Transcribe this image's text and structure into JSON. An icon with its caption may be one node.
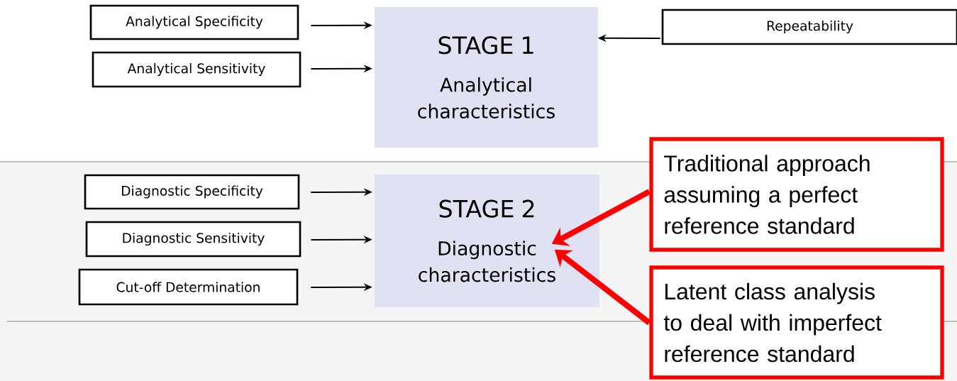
{
  "diagram": {
    "nodes": [
      {
        "text": [
          "Analytical Specificity"
        ]
      },
      {
        "text": [
          "Analytical Sensitivity"
        ]
      },
      {
        "text": [
          "STAGE 1",
          "Analytical characteristics"
        ]
      },
      {
        "text": [
          "Repeatability"
        ]
      },
      {
        "text": [
          "Diagnostic Specificity"
        ]
      },
      {
        "text": [
          "Diagnostic Sensitivity"
        ]
      },
      {
        "text": [
          "Cut-off Determination"
        ]
      },
      {
        "text": [
          "STAGE 2",
          "Diagnostic characteristics"
        ]
      },
      {
        "text": [
          "Traditional approach assuming  a perfect reference standard"
        ]
      },
      {
        "text": [
          "Latent class analysis to deal with imperfect reference standard"
        ]
      }
    ],
    "edges": [
      {
        "from": 0,
        "to": 2,
        "arrow": "to"
      },
      {
        "from": 1,
        "to": 2,
        "arrow": "to"
      },
      {
        "from": 3,
        "to": 2,
        "arrow": "to"
      },
      {
        "from": 4,
        "to": 7,
        "arrow": "to"
      },
      {
        "from": 5,
        "to": 7,
        "arrow": "to"
      },
      {
        "from": 6,
        "to": 7,
        "arrow": "to"
      },
      {
        "from": 8,
        "to": 7,
        "arrow": "to",
        "style": "thick",
        "color": "#ff0000"
      },
      {
        "from": 9,
        "to": 7,
        "arrow": "to",
        "style": "thick",
        "color": "#ff0000"
      }
    ]
  }
}
